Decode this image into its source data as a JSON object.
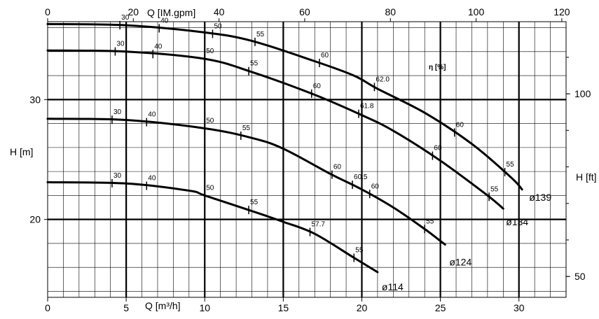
{
  "chart_data": {
    "type": "line",
    "axes": {
      "bottom": {
        "label": "Q [m³/h]",
        "range": [
          0,
          33
        ],
        "ticks": [
          0,
          5,
          10,
          15,
          20,
          25,
          30
        ]
      },
      "top": {
        "label": "Q [IM.gpm]",
        "range": [
          0,
          121
        ],
        "ticks": [
          0,
          20,
          40,
          60,
          80,
          100,
          120
        ]
      },
      "left": {
        "label": "H [m]",
        "range": [
          13.5,
          36.5
        ],
        "ticks": [
          20,
          30
        ]
      },
      "right": {
        "label": "H [ft]",
        "ticks": [
          50,
          100
        ]
      }
    },
    "efficiency_label": "η [%]",
    "series": [
      {
        "name": "ø139",
        "points": [
          [
            0,
            36.3
          ],
          [
            5,
            36.2
          ],
          [
            10,
            35.6
          ],
          [
            13,
            34.9
          ],
          [
            17,
            33.2
          ],
          [
            19.5,
            32.0
          ],
          [
            21,
            30.9
          ],
          [
            24,
            28.9
          ],
          [
            27,
            26.3
          ],
          [
            29.5,
            23.5
          ],
          [
            30.2,
            22.5
          ]
        ],
        "efficiency_marks": [
          {
            "q": 4.6,
            "label": "30"
          },
          {
            "q": 7.1,
            "label": "40"
          },
          {
            "q": 10.5,
            "label": "50"
          },
          {
            "q": 13.2,
            "label": "55"
          },
          {
            "q": 17.3,
            "label": "60"
          },
          {
            "q": 20.8,
            "label": "62.0"
          },
          {
            "q": 25.9,
            "label": "60"
          },
          {
            "q": 29.1,
            "label": "55"
          }
        ]
      },
      {
        "name": "ø134",
        "points": [
          [
            0,
            34.1
          ],
          [
            5,
            34.0
          ],
          [
            10,
            33.4
          ],
          [
            13,
            32.3
          ],
          [
            17,
            30.4
          ],
          [
            20,
            28.7
          ],
          [
            22,
            27.4
          ],
          [
            25,
            24.9
          ],
          [
            28,
            22.0
          ],
          [
            29,
            20.9
          ]
        ],
        "efficiency_marks": [
          {
            "q": 4.3,
            "label": "30"
          },
          {
            "q": 6.7,
            "label": "40"
          },
          {
            "q": 10.0,
            "label": "50"
          },
          {
            "q": 12.8,
            "label": "55"
          },
          {
            "q": 16.8,
            "label": "60"
          },
          {
            "q": 19.8,
            "label": "61.8"
          },
          {
            "q": 24.5,
            "label": "60"
          },
          {
            "q": 28.1,
            "label": "55"
          }
        ]
      },
      {
        "name": "ø124",
        "points": [
          [
            0,
            28.4
          ],
          [
            5,
            28.3
          ],
          [
            10,
            27.6
          ],
          [
            13,
            26.8
          ],
          [
            15,
            25.9
          ],
          [
            18,
            23.8
          ],
          [
            20,
            22.5
          ],
          [
            22,
            21.0
          ],
          [
            24,
            19.2
          ],
          [
            25,
            18.2
          ],
          [
            25.3,
            17.9
          ]
        ],
        "efficiency_marks": [
          {
            "q": 4.1,
            "label": "30"
          },
          {
            "q": 6.3,
            "label": "40"
          },
          {
            "q": 10.0,
            "label": "50"
          },
          {
            "q": 12.3,
            "label": "55"
          },
          {
            "q": 18.1,
            "label": "60"
          },
          {
            "q": 19.4,
            "label": "60.5"
          },
          {
            "q": 20.5,
            "label": "60"
          },
          {
            "q": 24.0,
            "label": "55"
          }
        ]
      },
      {
        "name": "ø114",
        "points": [
          [
            0,
            23.1
          ],
          [
            5,
            23.0
          ],
          [
            9,
            22.4
          ],
          [
            10,
            22.0
          ],
          [
            13,
            20.7
          ],
          [
            15,
            19.8
          ],
          [
            17,
            18.8
          ],
          [
            19.5,
            16.8
          ],
          [
            21,
            15.6
          ]
        ],
        "efficiency_marks": [
          {
            "q": 4.1,
            "label": "30"
          },
          {
            "q": 6.3,
            "label": "40"
          },
          {
            "q": 10.0,
            "label": "50"
          },
          {
            "q": 12.8,
            "label": "55"
          },
          {
            "q": 16.7,
            "label": "57.7"
          },
          {
            "q": 19.5,
            "label": "55"
          }
        ]
      }
    ],
    "grid": true
  }
}
